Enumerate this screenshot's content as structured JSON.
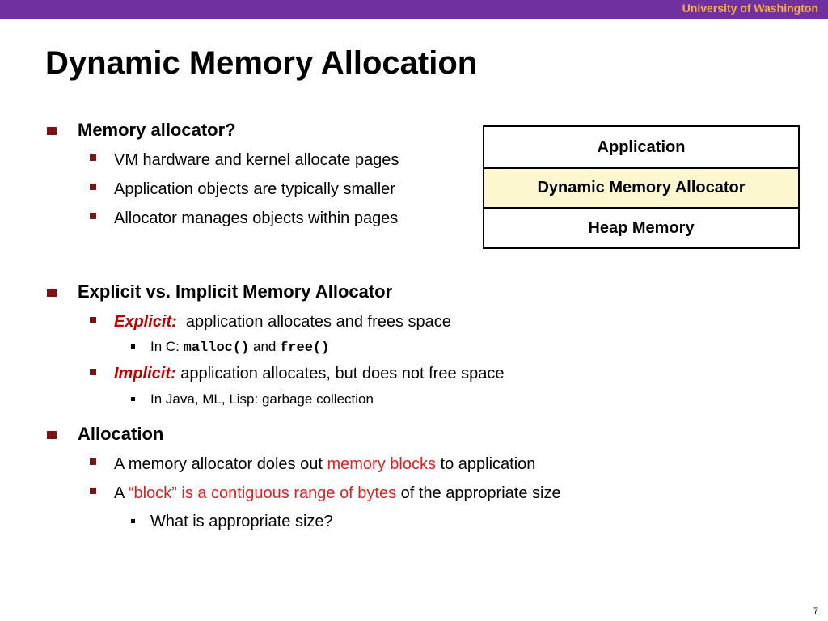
{
  "header": {
    "institution": "University of Washington",
    "bar_color": "#7030a0",
    "institution_color": "#f4b23e"
  },
  "title": "Dynamic Memory Allocation",
  "sections": [
    {
      "heading": "Memory allocator?",
      "items": [
        "VM hardware and kernel allocate pages",
        "Application objects are typically smaller",
        "Allocator manages objects within pages"
      ]
    },
    {
      "heading": "Explicit vs. Implicit Memory Allocator",
      "explicit": {
        "term": "Explicit:",
        "text": "application allocates and frees space",
        "sub": {
          "prefix": "In C:",
          "fn1": "malloc()",
          "conj": "and",
          "fn2": "free()"
        }
      },
      "implicit": {
        "term": "Implicit:",
        "text": "application allocates, but does not free space",
        "sub": "In Java, ML, Lisp:  garbage collection"
      }
    },
    {
      "heading": "Allocation",
      "item1": {
        "before": "A memory allocator doles out",
        "highlight": "memory blocks",
        "after": "to application"
      },
      "item2": {
        "before": "A",
        "highlight": "“block” is a contiguous range of bytes",
        "after": "of the appropriate size"
      },
      "sub": "What is appropriate size?"
    }
  ],
  "stack": {
    "layers": [
      "Application",
      "Dynamic Memory Allocator",
      "Heap Memory"
    ],
    "highlight_color": "#fcf7cf"
  },
  "page_number": "7"
}
